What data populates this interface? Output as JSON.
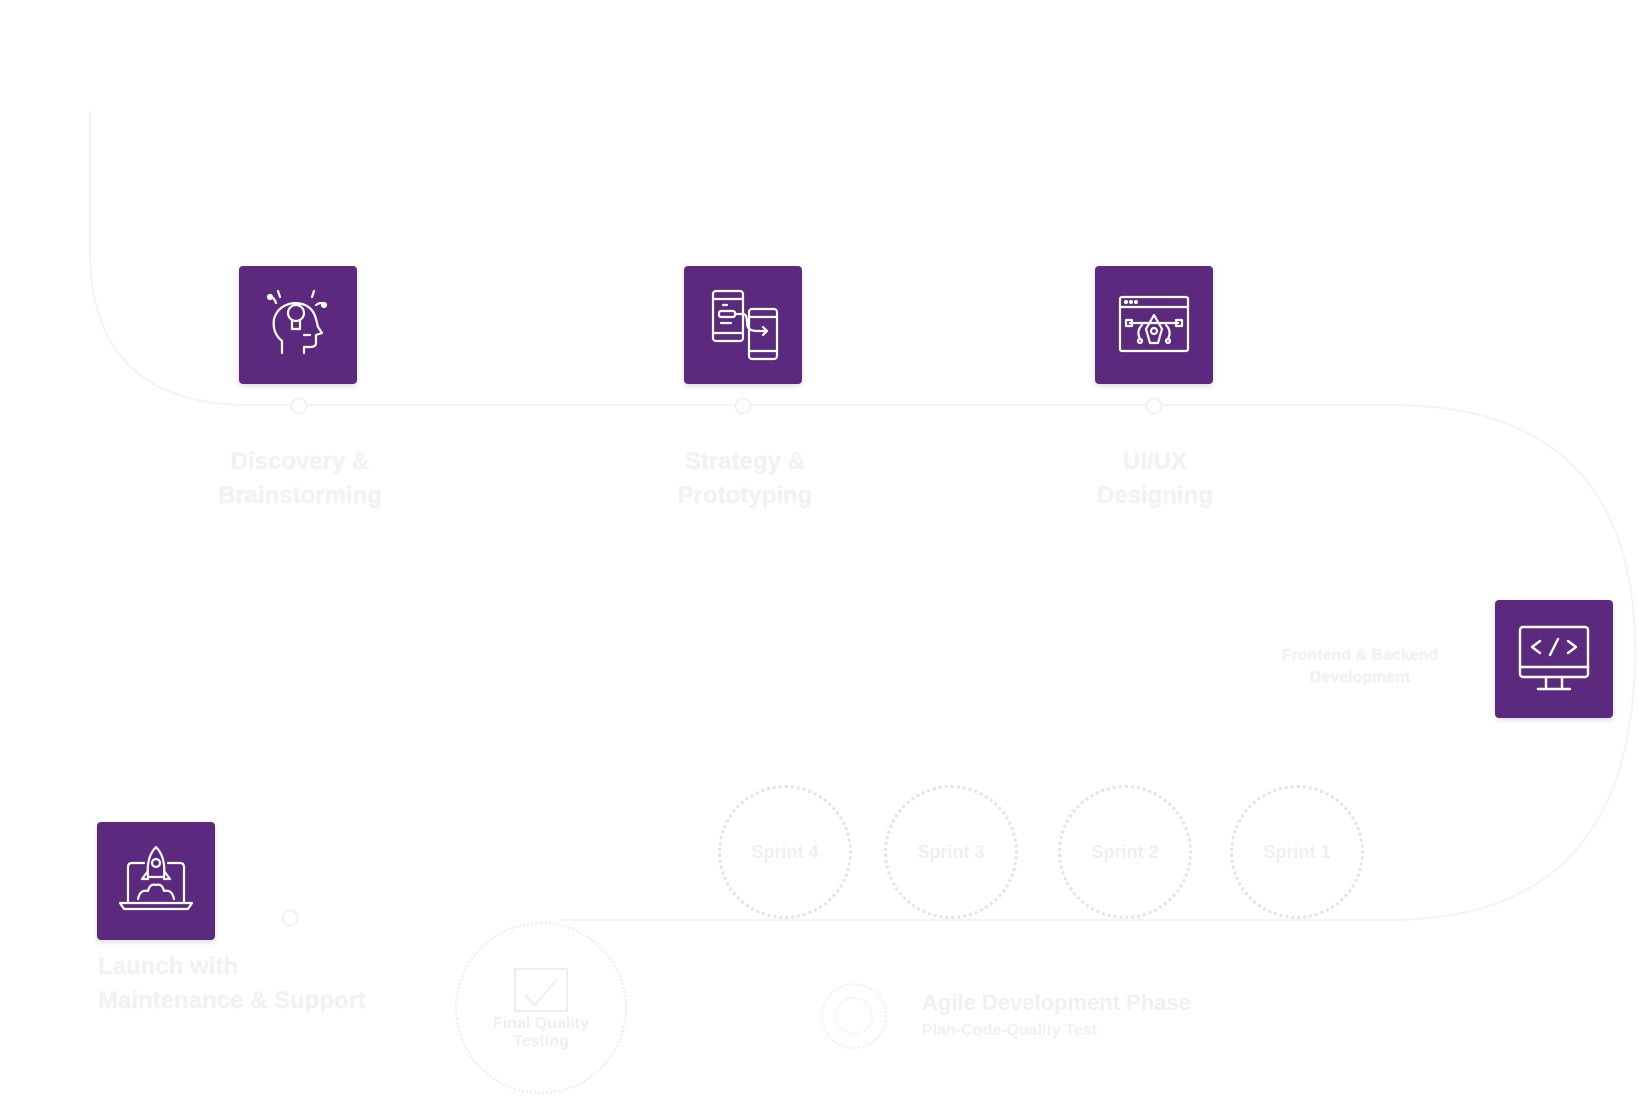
{
  "colors": {
    "accent": "#5b2a7e",
    "icon_stroke": "#ffffff",
    "faint_text": "#f0f0f0"
  },
  "phases": [
    {
      "id": "discovery",
      "icon": "lightbulb-head-icon",
      "line1": "Discovery &",
      "line2": "Brainstorming"
    },
    {
      "id": "strategy",
      "icon": "devices-prototype-icon",
      "line1": "Strategy &",
      "line2": "Prototyping"
    },
    {
      "id": "design",
      "icon": "ui-ux-design-icon",
      "line1": "UI/UX",
      "line2": "Designing"
    },
    {
      "id": "development",
      "icon": "code-monitor-icon",
      "line1": "Frontend & Backend Development",
      "line2": ""
    },
    {
      "id": "launch",
      "icon": "rocket-laptop-icon",
      "line1": "Launch with",
      "line2": "Maintenance & Support"
    }
  ],
  "sprints": [
    "Sprint 4",
    "Sprint 3",
    "Sprint 2",
    "Sprint 1"
  ],
  "final_testing": {
    "icon": "quality-check-icon",
    "line1": "Final Quality",
    "line2": "Testing"
  },
  "agile": {
    "icon": "cycle-icon",
    "title": "Agile Development Phase",
    "subtitle": "Plan-Code-Quality Test"
  }
}
